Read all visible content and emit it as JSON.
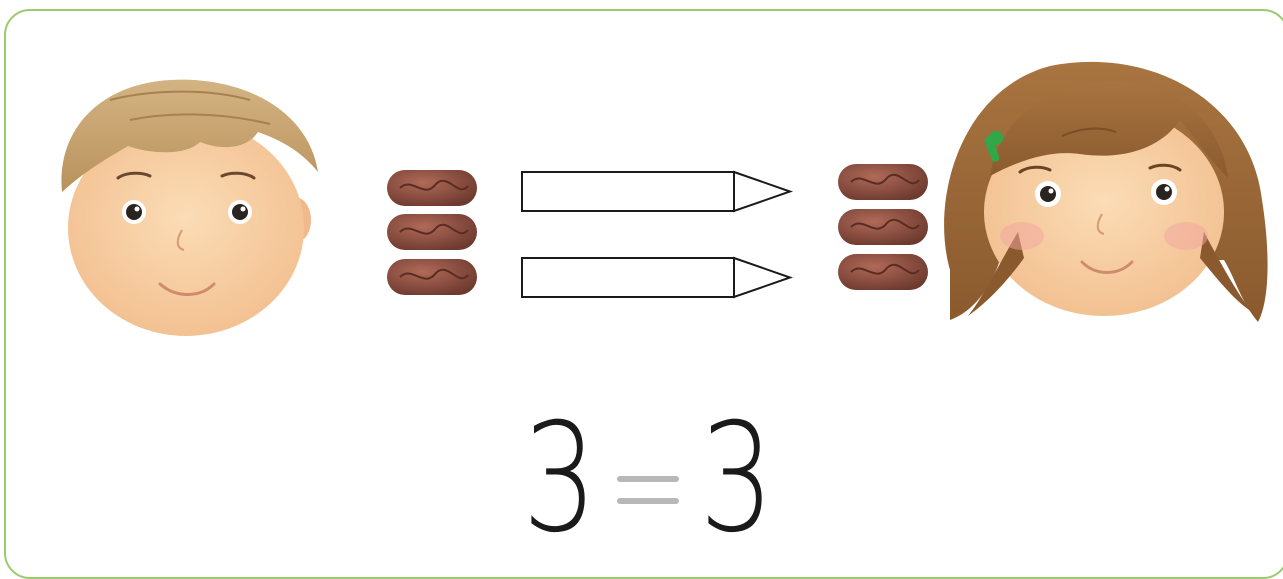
{
  "equation": {
    "left_value": "3",
    "sign": "=",
    "right_value": "3"
  },
  "left_group": {
    "beans": 3
  },
  "right_group": {
    "beans": 3
  },
  "colors": {
    "frame_border": "#9cca6e",
    "bean": "#8a4a3c",
    "equals_sign": "#b8b8b8",
    "boy_hair": "#c4a06a",
    "girl_hair": "#9a6a3a",
    "skin": "#f7d0a4",
    "hair_clip": "#2fa84a"
  },
  "icons": [
    "boy-face-icon",
    "girl-face-icon",
    "coffee-bean-icon",
    "pencil-arrow-icon"
  ]
}
